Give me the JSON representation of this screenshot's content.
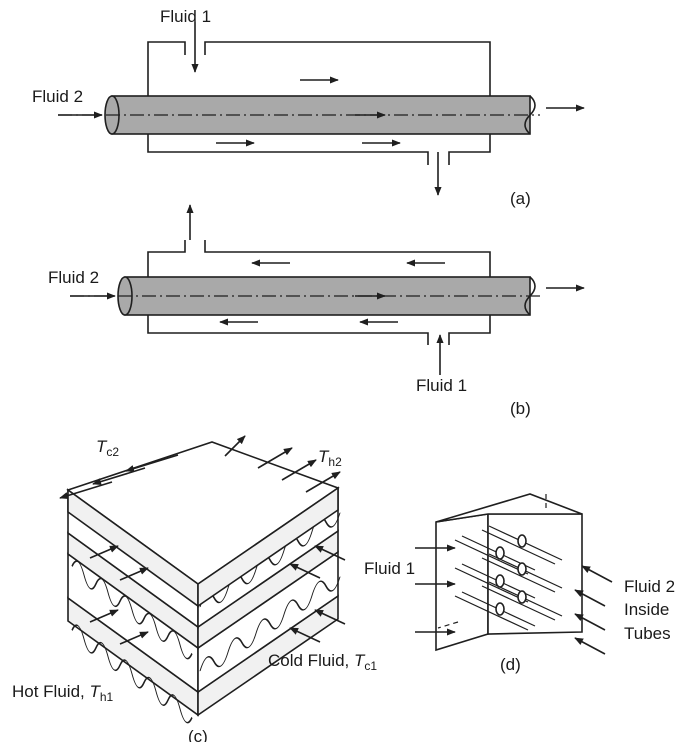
{
  "panel_a": {
    "fluid1_label": "Fluid 1",
    "fluid2_label": "Fluid 2",
    "caption": "(a)"
  },
  "panel_b": {
    "fluid1_label": "Fluid 1",
    "fluid2_label": "Fluid 2",
    "caption": "(b)"
  },
  "panel_c": {
    "tc2_main": "T",
    "tc2_sub": "c2",
    "th2_main": "T",
    "th2_sub": "h2",
    "hot_fluid_text": "Hot Fluid, ",
    "hot_t_main": "T",
    "hot_t_sub": "h1",
    "cold_fluid_text": "Cold Fluid, ",
    "cold_t_main": "T",
    "cold_t_sub": "c1",
    "caption": "(c)"
  },
  "panel_d": {
    "fluid1_label": "Fluid 1",
    "fluid2_line1": "Fluid 2",
    "fluid2_line2": "Inside",
    "fluid2_line3": "Tubes",
    "caption": "(d)"
  },
  "colors": {
    "ink": "#1f1f1f",
    "tube_fill": "#a9a9a9"
  }
}
